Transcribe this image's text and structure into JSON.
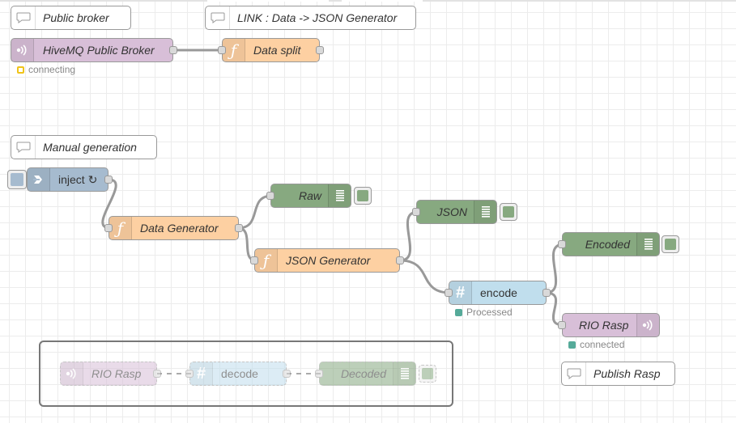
{
  "comments": {
    "public_broker": "Public broker",
    "link": "LINK : Data -> JSON Generator",
    "manual_generation": "Manual generation",
    "publish_rasp": "Publish Rasp"
  },
  "nodes": {
    "hivemq": {
      "label": "HiveMQ Public Broker",
      "status": "connecting"
    },
    "data_split": {
      "label": "Data split"
    },
    "inject": {
      "label": "inject ↻"
    },
    "data_generator": {
      "label": "Data Generator"
    },
    "raw": {
      "label": "Raw"
    },
    "json_generator": {
      "label": "JSON Generator"
    },
    "json_debug": {
      "label": "JSON"
    },
    "encode": {
      "label": "encode",
      "status": "Processed"
    },
    "encoded": {
      "label": "Encoded"
    },
    "rio_rasp_out": {
      "label": "RIO Rasp",
      "status": "connected"
    },
    "group_rio_rasp_in": {
      "label": "RIO Rasp"
    },
    "group_decode": {
      "label": "decode"
    },
    "group_decoded": {
      "label": "Decoded"
    }
  },
  "colors": {
    "mqtt": "#d8bfd8",
    "function": "#fdd0a2",
    "debug": "#87a980",
    "json": "#c0deed",
    "inject": "#a6bbcf",
    "status_connecting": "#f0c419",
    "status_ok": "#55aa99"
  },
  "icons": [
    "comment-icon",
    "mqtt-icon",
    "function-icon",
    "inject-icon",
    "debug-list-icon",
    "json-hash-icon"
  ]
}
